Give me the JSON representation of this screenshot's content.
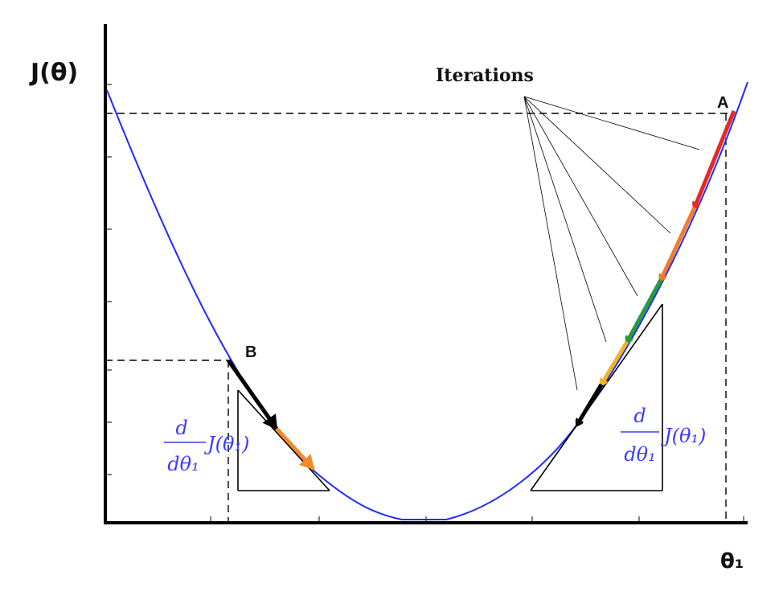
{
  "axes": {
    "y_label": "J(θ)",
    "x_label": "θ₁"
  },
  "points": {
    "a_label": "A",
    "b_label": "B"
  },
  "iterations_label": "Iterations",
  "derivative": {
    "numerator": "d",
    "denominator": "dθ₁",
    "function": "J(θ₁)"
  },
  "colors": {
    "curve": "#1f2bff",
    "derivative_text": "#3b3bff",
    "iter_1": "#e62828",
    "iter_2": "#f07c28",
    "iter_3": "#2a9a3a",
    "iter_4": "#f2b42a",
    "iter_5": "#000000",
    "b_step_1": "#000000",
    "b_step_2": "#f08a2a"
  }
}
